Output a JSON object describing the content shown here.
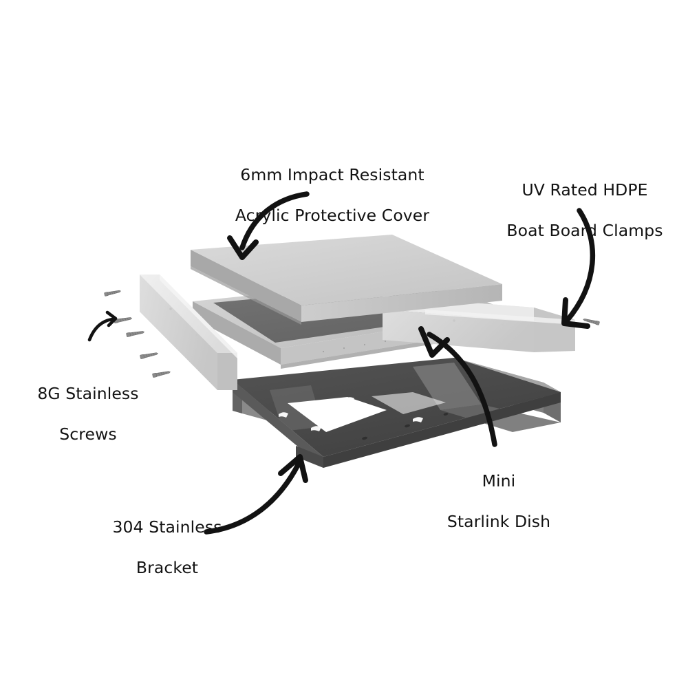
{
  "diagram": {
    "title": "Mini Starlink Dish Mount Exploded Assembly",
    "type": "exploded-view",
    "background_color": "#ffffff",
    "line_color": "#121212"
  },
  "callouts": [
    {
      "id": "acrylic-cover",
      "line1": "6mm Impact Resistant",
      "line2": "Acrylic Protective Cover",
      "arrow": "curved-down-left"
    },
    {
      "id": "hdpe-clamps",
      "line1": "UV Rated HDPE",
      "line2": "Boat Board Clamps",
      "arrow": "curved-down-left-long"
    },
    {
      "id": "stainless-screws",
      "line1": "8G Stainless",
      "line2": "Screws",
      "arrow": "curved-up-right-short"
    },
    {
      "id": "starlink-dish",
      "line1": "Mini",
      "line2": "Starlink Dish",
      "arrow": "curved-up-left-long"
    },
    {
      "id": "stainless-bracket",
      "line1": "304 Stainless",
      "line2": "Bracket",
      "arrow": "curved-up-right"
    }
  ],
  "parts": [
    {
      "id": "acrylic-cover",
      "name": "6mm Impact Resistant Acrylic Protective Cover",
      "material": "Acrylic",
      "thickness": "6mm",
      "color_top": "#cfcfcf",
      "color_front": "#bdbdbd",
      "color_side": "#d8d8d8",
      "count": 1
    },
    {
      "id": "starlink-dish",
      "name": "Mini Starlink Dish",
      "material": "Starlink Mini",
      "color_top": "#6b6b6b",
      "color_rim": "#cccccc",
      "color_front": "#b4b4b4",
      "count": 1
    },
    {
      "id": "hdpe-clamp",
      "name": "UV Rated HDPE Boat Board Clamps",
      "material": "HDPE Boat Board",
      "color_top": "#e6e6e6",
      "color_front": "#d2d2d2",
      "color_end": "#c2c2c2",
      "count": 2
    },
    {
      "id": "stainless-bracket",
      "name": "304 Stainless Bracket",
      "material": "304 Stainless Steel",
      "color_base": "#4a4a4a",
      "color_wall": "#8c8c8c",
      "color_ramp": "#7a7a7a",
      "count": 1
    },
    {
      "id": "stainless-screw",
      "name": "8G Stainless Screws",
      "material": "8G Stainless Steel",
      "color": "#8e8e8e",
      "count": 6
    }
  ],
  "colors": {
    "white": "#ffffff",
    "acrylic_light": "#cfcfcf",
    "dish_dark": "#6b6b6b",
    "bracket_dark": "#4a4a4a",
    "bracket_light": "#8c8c8c",
    "clamp_white": "#e6e6e6",
    "ink": "#121212"
  }
}
